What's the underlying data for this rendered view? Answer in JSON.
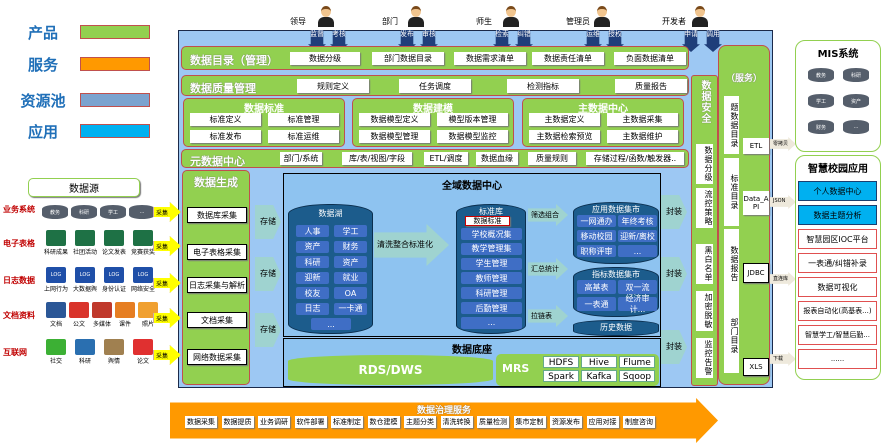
{
  "legend": [
    {
      "label": "产品",
      "color": "#92d050"
    },
    {
      "label": "服务",
      "color": "#ff9900"
    },
    {
      "label": "资源池",
      "color": "#7ba3cf"
    },
    {
      "label": "应用",
      "color": "#00b0f0"
    }
  ],
  "users": [
    {
      "label": "领导",
      "actions": [
        "监督",
        "考核"
      ]
    },
    {
      "label": "部门",
      "actions": [
        "发布",
        "审核"
      ]
    },
    {
      "label": "师生",
      "actions": [
        "检索",
        "纠错"
      ]
    },
    {
      "label": "管理员",
      "actions": [
        "运维",
        "授权"
      ]
    },
    {
      "label": "开发者",
      "actions": [
        "申请",
        "调用"
      ]
    }
  ],
  "catalog": {
    "title": "数据目录（管理）",
    "items": [
      "数据分级",
      "部门数据目录",
      "数据需求清单",
      "数据责任清单",
      "负面数据清单"
    ]
  },
  "quality": {
    "title": "数据质量管理",
    "items": [
      "规则定义",
      "任务调度",
      "检测指标",
      "质量报告"
    ]
  },
  "standards": {
    "title": "数据标准",
    "items": [
      "标准定义",
      "标准管理",
      "标准发布",
      "标准运维"
    ]
  },
  "modeling": {
    "title": "数据建模",
    "items": [
      "数据模型定义",
      "模型版本管理",
      "数据模型管理",
      "数据模型监控"
    ]
  },
  "master": {
    "title": "主数据中心",
    "items": [
      "主数据定义",
      "主数据采集",
      "主数据检索预览",
      "主数据维护"
    ]
  },
  "metadata": {
    "title": "元数据中心",
    "items": [
      "部门/系统",
      "库/表/视图/字段",
      "ETL/调度",
      "数据血缘",
      "质量规则",
      "存储过程/函数/触发器.."
    ]
  },
  "sources": {
    "title": "数据源",
    "collect_label": "采集",
    "rows": [
      {
        "category": "业务系统",
        "items": [
          "教务",
          "科研",
          "学工",
          "..."
        ]
      },
      {
        "category": "电子表格",
        "items": [
          "科研成果",
          "社团活动",
          "论文发表",
          "竞赛获奖"
        ]
      },
      {
        "category": "日志数据",
        "items": [
          "上网行为",
          "大数据舆",
          "身份认证",
          "网络安全"
        ]
      },
      {
        "category": "文档资料",
        "items": [
          "文档",
          "公文",
          "多媒体",
          "课件",
          "照片"
        ]
      },
      {
        "category": "互联网",
        "items": [
          "社交",
          "科研",
          "舆情",
          "论文"
        ]
      }
    ]
  },
  "generation": {
    "title": "数据生成",
    "items": [
      "数据库采集",
      "电子表格采集",
      "日志采集与解析",
      "文档采集",
      "网络数据采集"
    ]
  },
  "storage_label": "存储",
  "package_label": "封装",
  "center": {
    "title": "全域数据中心",
    "lake": {
      "title": "数据湖",
      "items": [
        "人事",
        "学工",
        "资产",
        "财务",
        "科研",
        "资产",
        "迎新",
        "就业",
        "校友",
        "OA",
        "日志",
        "一卡通",
        "..."
      ]
    },
    "std": {
      "title": "标准库",
      "badge": "数据标准",
      "items": [
        "学校概况集",
        "教学管理集",
        "学生管理",
        "教师管理",
        "科研管理",
        "后勤管理",
        "..."
      ]
    },
    "flows": {
      "clean": "清洗整合标准化",
      "filter": "筛选组合",
      "summary": "汇总统计",
      "zipper": "拉链表"
    },
    "app_mart": {
      "title": "应用数据集市",
      "items": [
        "一网通办",
        "年终考核",
        "移动校园",
        "迎新/离校",
        "职称评审",
        "..."
      ]
    },
    "index_mart": {
      "title": "指标数据集市",
      "items": [
        "高基表",
        "双一流",
        "一表通",
        "经济审计..."
      ]
    },
    "history": "历史数据"
  },
  "base": {
    "title": "数据底座",
    "rds": "RDS/DWS",
    "mrs": "MRS",
    "tools": [
      "HDFS",
      "Hive",
      "Flume",
      "Spark",
      "Kafka",
      "Sqoop"
    ]
  },
  "security": {
    "title": "数据安全",
    "items": [
      "数据分级",
      "流控策略",
      "黑白名单",
      "加密脱敏",
      "监控告警"
    ]
  },
  "service": {
    "title": "（服务）",
    "catalogs": [
      "题数据目录",
      "标准目录",
      "数据报告",
      "部门目录"
    ],
    "interfaces": [
      "ETL",
      "Data_API",
      "JDBC",
      "XLS"
    ],
    "arrow_labels": [
      "零拷贝",
      "JSON",
      "直连库",
      "下载"
    ]
  },
  "mis": {
    "title": "MIS系统",
    "items": [
      "教务",
      "科研",
      "学工",
      "资产",
      "财务",
      "..."
    ]
  },
  "apps": {
    "title": "智慧校园应用",
    "items": [
      "个人数据中心",
      "数据主题分析",
      "智慧园区IOC平台",
      "一表通/纠错补录",
      "数据可视化",
      "报表自动化(高基表...)",
      "智慧学工/智慧后勤...",
      "......"
    ],
    "highlight_color": "#00b0f0"
  },
  "governance": {
    "title": "数据治理服务",
    "items": [
      "数据采集",
      "数据提质",
      "业务调研",
      "软件部署",
      "标准制定",
      "数仓建模",
      "主题分类",
      "清洗转换",
      "质量检测",
      "集市定制",
      "资源发布",
      "应用对接",
      "制度咨询"
    ],
    "color": "#ff9900"
  }
}
